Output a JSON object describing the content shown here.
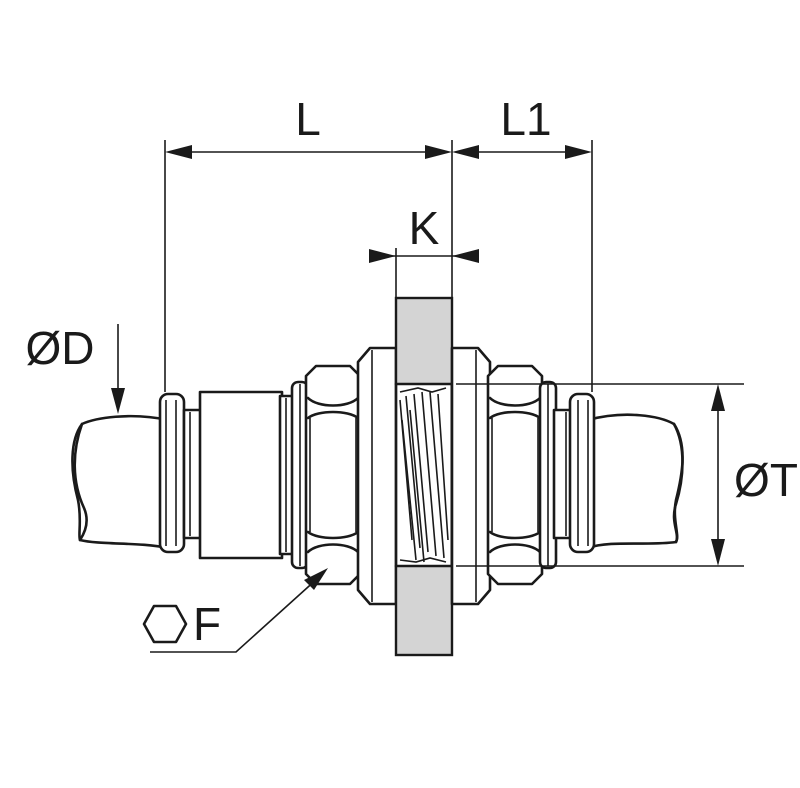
{
  "dimensions": {
    "length": "L",
    "length_right": "L1",
    "panel_thickness": "K",
    "tube_diameter": "ØD",
    "thread_diameter": "ØT",
    "hex_size": "F"
  },
  "colors": {
    "line": "#1a1a1a",
    "panel_fill": "#d4d4d4",
    "background": "#ffffff"
  }
}
